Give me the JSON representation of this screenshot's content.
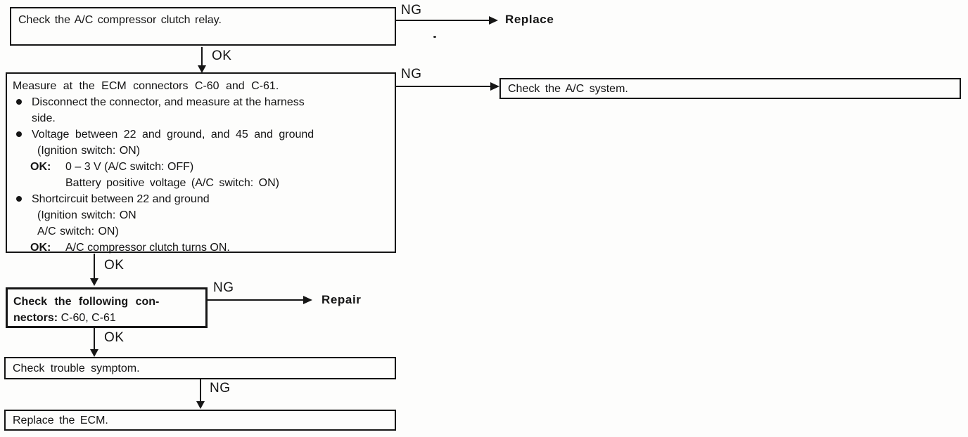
{
  "glyphs": {
    "bullet": "•"
  },
  "labels": {
    "ok": "OK",
    "ng": "NG"
  },
  "flow": {
    "box1": {
      "text": "Check the A/C compressor clutch relay."
    },
    "terminal_replace": {
      "text": "Replace"
    },
    "box2": {
      "title": "Measure at the ECM connectors C-60 and C-61.",
      "lines": [
        {
          "text": "Disconnect the connector, and measure at the harness"
        },
        {
          "text": "side."
        },
        {
          "text": "Voltage between 22 and ground, and 45 and ground"
        },
        {
          "text": "(Ignition switch: ON)"
        },
        {
          "label": "OK:",
          "text": "0 – 3 V (A/C switch: OFF)"
        },
        {
          "text": "Battery positive voltage (A/C switch: ON)"
        },
        {
          "text": "Shortcircuit between 22 and ground"
        },
        {
          "text": "(Ignition switch: ON"
        },
        {
          "text": "A/C switch: ON)"
        },
        {
          "label": "OK:",
          "text": "A/C compressor clutch turns ON."
        }
      ]
    },
    "box_ac": {
      "text": "Check the A/C system."
    },
    "box3": {
      "line1": "Check the following con-",
      "line2_bold": "nectors:",
      "line2_rest": " C-60, C-61"
    },
    "terminal_repair": {
      "text": "Repair"
    },
    "box4": {
      "text": "Check trouble symptom."
    },
    "box5": {
      "text": "Replace the ECM."
    }
  }
}
